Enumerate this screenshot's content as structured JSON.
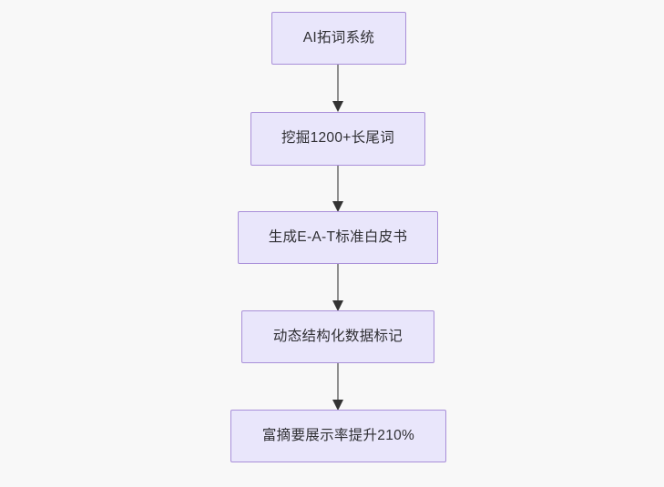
{
  "diagram": {
    "type": "flowchart",
    "direction": "top-to-bottom",
    "background_color": "#f8f8f8",
    "node_fill_color": "#e9e6fb",
    "node_border_color": "#a98fd9",
    "node_text_color": "#2f2f33",
    "connector_line_color": "#8f8f8f",
    "connector_arrow_color": "#333333",
    "nodes": [
      {
        "id": "n1",
        "label": "AI拓词系统"
      },
      {
        "id": "n2",
        "label": "挖掘1200+长尾词"
      },
      {
        "id": "n3",
        "label": "生成E-A-T标准白皮书"
      },
      {
        "id": "n4",
        "label": "动态结构化数据标记"
      },
      {
        "id": "n5",
        "label": "富摘要展示率提升210%"
      }
    ],
    "edges": [
      {
        "from": "n1",
        "to": "n2"
      },
      {
        "from": "n2",
        "to": "n3"
      },
      {
        "from": "n3",
        "to": "n4"
      },
      {
        "from": "n4",
        "to": "n5"
      }
    ]
  }
}
